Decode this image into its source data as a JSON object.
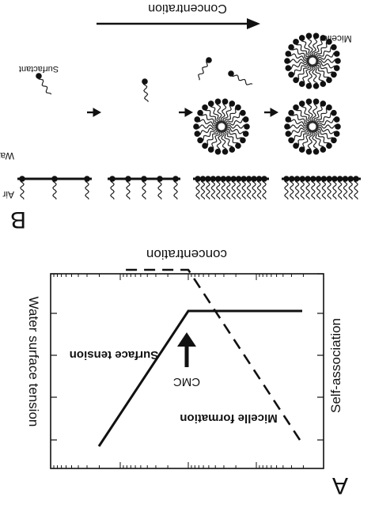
{
  "panel_a": {
    "label": "A",
    "x_axis_label": "concentration",
    "y_left_label": "Water surface tension",
    "y_right_label": "Self-association",
    "surface_tension_label": "Surface tension",
    "micelle_formation_label": "Micelle formation",
    "cmc_label": "CMC"
  },
  "panel_b": {
    "label": "B",
    "concentration_label": "Concentration",
    "surfactant_label": "Surfactant",
    "micelle_label": "Micelle",
    "water_label": "Water",
    "air_label": "Air"
  },
  "colors": {
    "ink": "#111111",
    "background": "#ffffff"
  }
}
